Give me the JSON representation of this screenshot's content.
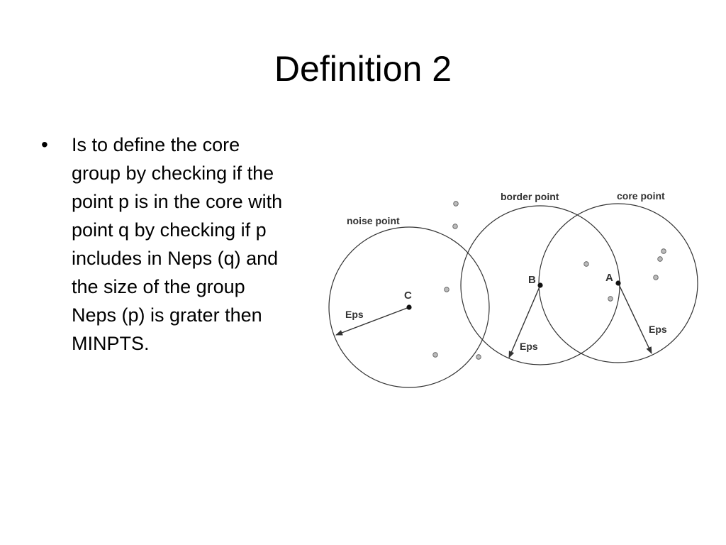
{
  "slide": {
    "title": "Definition 2",
    "bullet_symbol": "•",
    "bullet_text": "Is to define the core group by checking if the point p is in the core with point q by checking if p includes in Neps (q) and the size of the group Neps (p) is grater then MINPTS."
  },
  "diagram": {
    "labels": {
      "noise": "noise point",
      "border": "border point",
      "core": "core point",
      "point_c": "C",
      "point_b": "B",
      "point_a": "A",
      "eps_c": "Eps",
      "eps_b": "Eps",
      "eps_a": "Eps"
    },
    "colors": {
      "stroke": "#333333",
      "outlier_fill": "#bbbbbb",
      "center_fill": "#111111"
    }
  }
}
